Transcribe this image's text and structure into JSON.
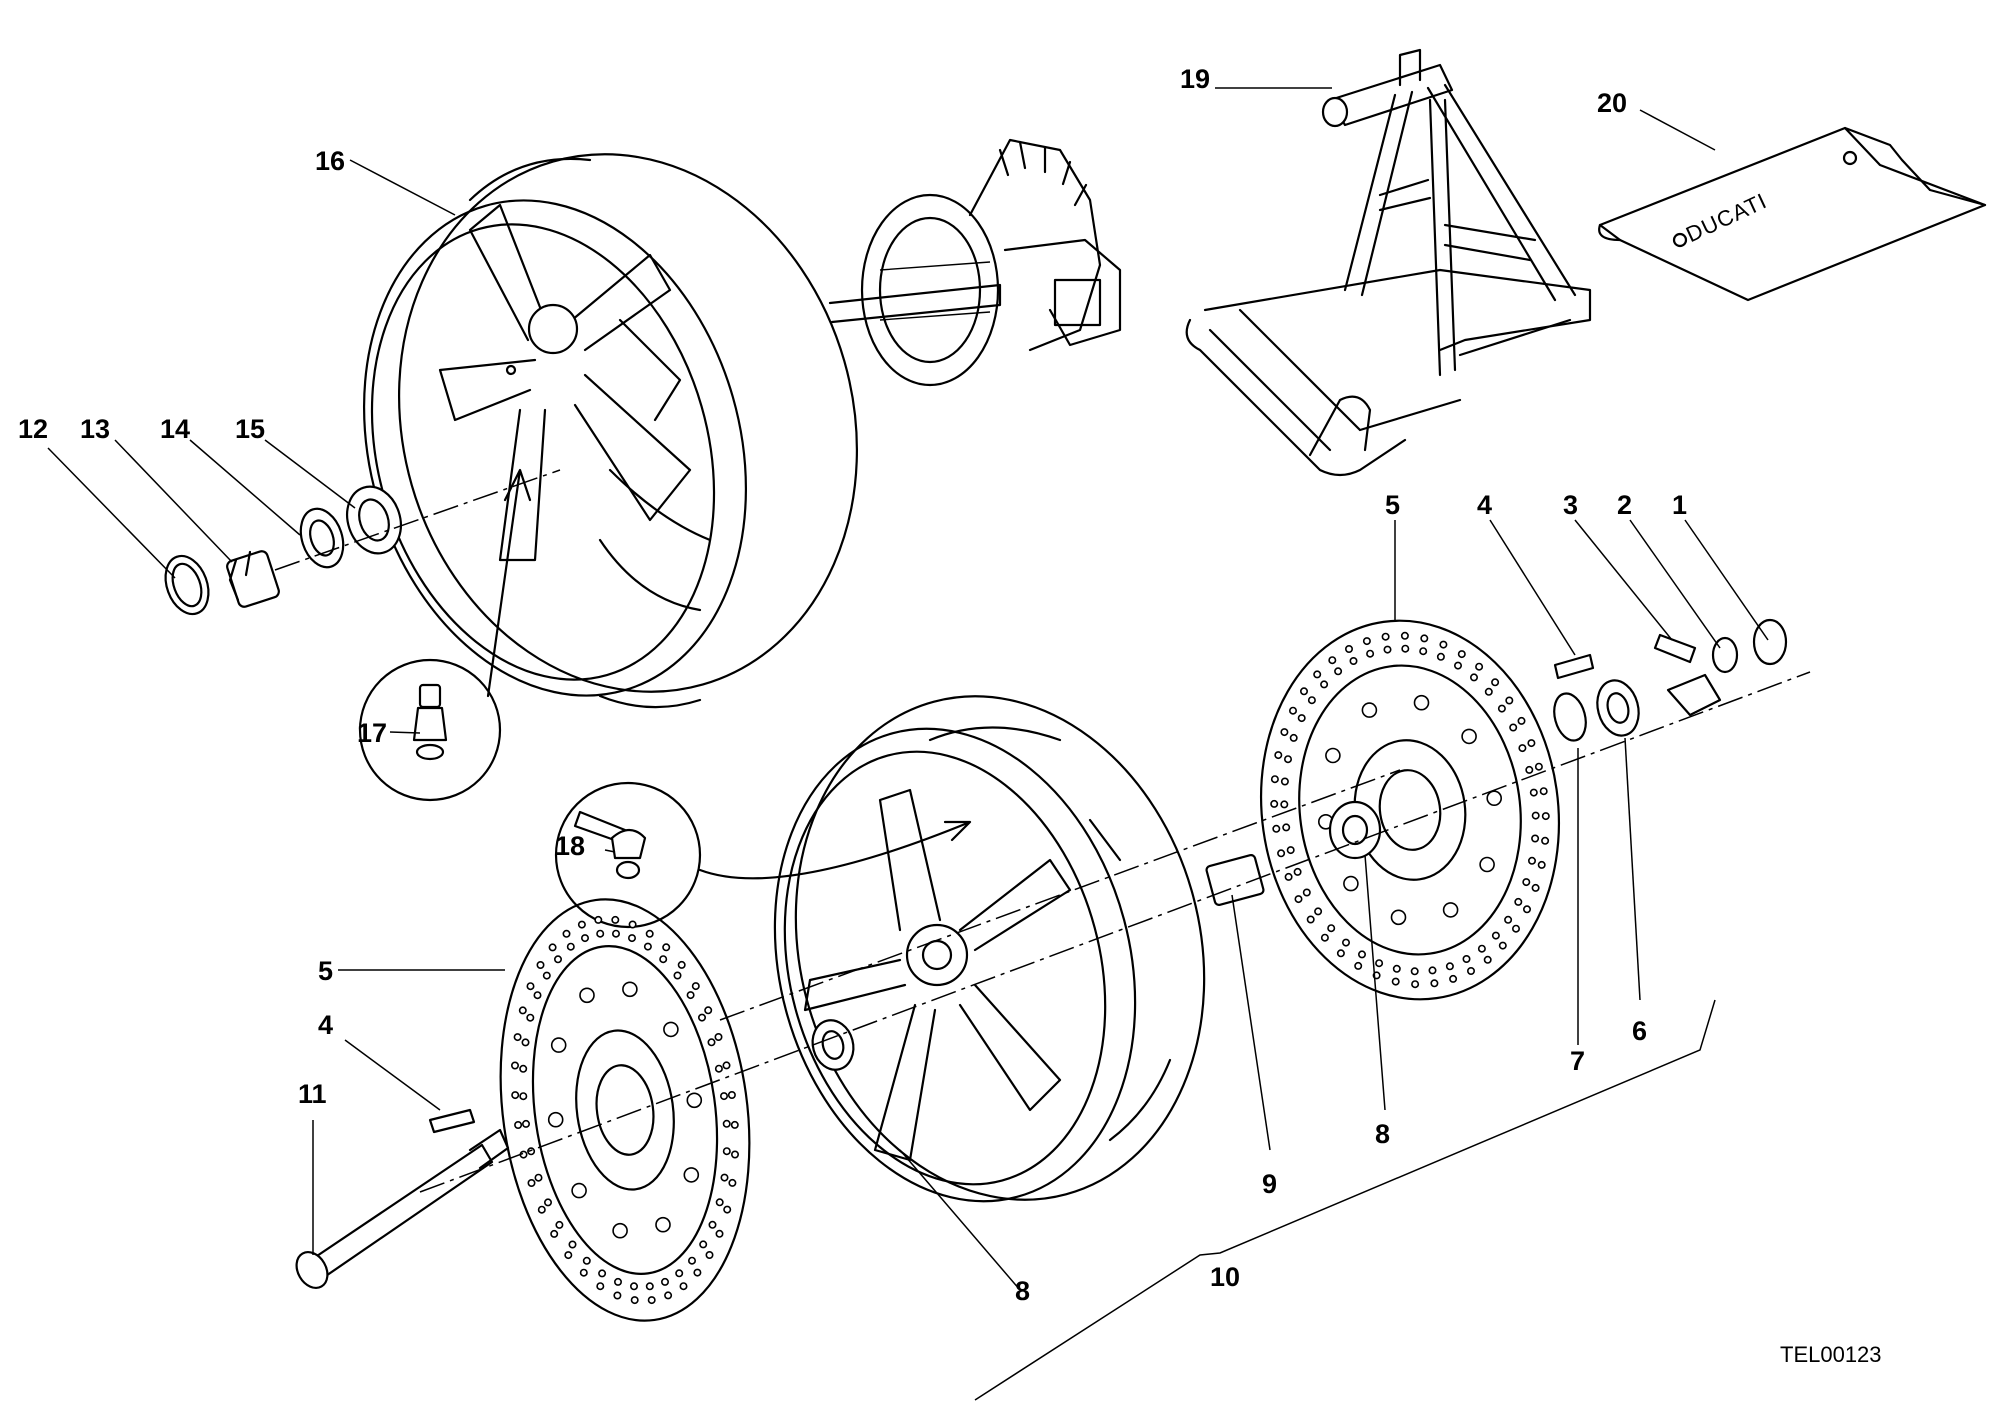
{
  "diagram": {
    "brand_text": "DUCATI",
    "drawing_code": "TEL00123",
    "callouts": [
      {
        "id": "c1",
        "text": "1"
      },
      {
        "id": "c2",
        "text": "2"
      },
      {
        "id": "c3",
        "text": "3"
      },
      {
        "id": "c4a",
        "text": "4"
      },
      {
        "id": "c4b",
        "text": "4"
      },
      {
        "id": "c5a",
        "text": "5"
      },
      {
        "id": "c5b",
        "text": "5"
      },
      {
        "id": "c6",
        "text": "6"
      },
      {
        "id": "c7",
        "text": "7"
      },
      {
        "id": "c8a",
        "text": "8"
      },
      {
        "id": "c8b",
        "text": "8"
      },
      {
        "id": "c9",
        "text": "9"
      },
      {
        "id": "c10",
        "text": "10"
      },
      {
        "id": "c11",
        "text": "11"
      },
      {
        "id": "c12",
        "text": "12"
      },
      {
        "id": "c13",
        "text": "13"
      },
      {
        "id": "c14",
        "text": "14"
      },
      {
        "id": "c15",
        "text": "15"
      },
      {
        "id": "c16",
        "text": "16"
      },
      {
        "id": "c17",
        "text": "17"
      },
      {
        "id": "c18",
        "text": "18"
      },
      {
        "id": "c19",
        "text": "19"
      },
      {
        "id": "c20",
        "text": "20"
      }
    ]
  }
}
